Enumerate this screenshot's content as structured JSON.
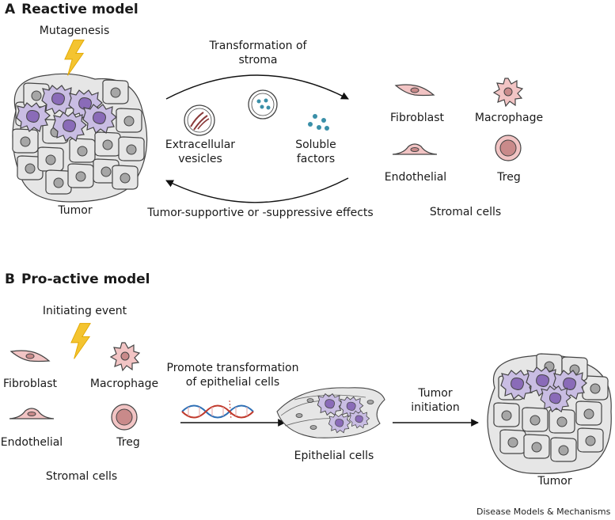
{
  "panel_a": {
    "letter": "A",
    "title": "Reactive model",
    "mutagenesis": "Mutagenesis",
    "tumor": "Tumor",
    "top_arrow_label_1": "Transformation of",
    "top_arrow_label_2": "stroma",
    "bottom_arrow_label": "Tumor-supportive or -suppressive effects",
    "ev_label_1": "Extracellular",
    "ev_label_2": "vesicles",
    "soluble_label_1": "Soluble",
    "soluble_label_2": "factors",
    "fibroblast": "Fibroblast",
    "macrophage": "Macrophage",
    "endothelial": "Endothelial",
    "treg": "Treg",
    "stromal_cells": "Stromal cells"
  },
  "panel_b": {
    "letter": "B",
    "title": "Pro-active model",
    "initiating_event": "Initiating event",
    "fibroblast": "Fibroblast",
    "macrophage": "Macrophage",
    "endothelial": "Endothelial",
    "treg": "Treg",
    "stromal_cells": "Stromal cells",
    "promote_label_1": "Promote transformation",
    "promote_label_2": "of epithelial cells",
    "epithelial_cells": "Epithelial cells",
    "initiation_label_1": "Tumor",
    "initiation_label_2": "initiation",
    "tumor": "Tumor"
  },
  "credit": "Disease Models & Mechanisms",
  "colors": {
    "tumor_cell": "#e6e6e6",
    "tumor_nucleus": "#a6a6a6",
    "transformed_cell": "#c9bde3",
    "transformed_nucleus": "#8a6bb8",
    "stromal_pink": "#f2c4c4",
    "stromal_nucleus": "#c98a8a",
    "lightning": "#f4c430",
    "soluble_dots": "#3a8fa8"
  }
}
